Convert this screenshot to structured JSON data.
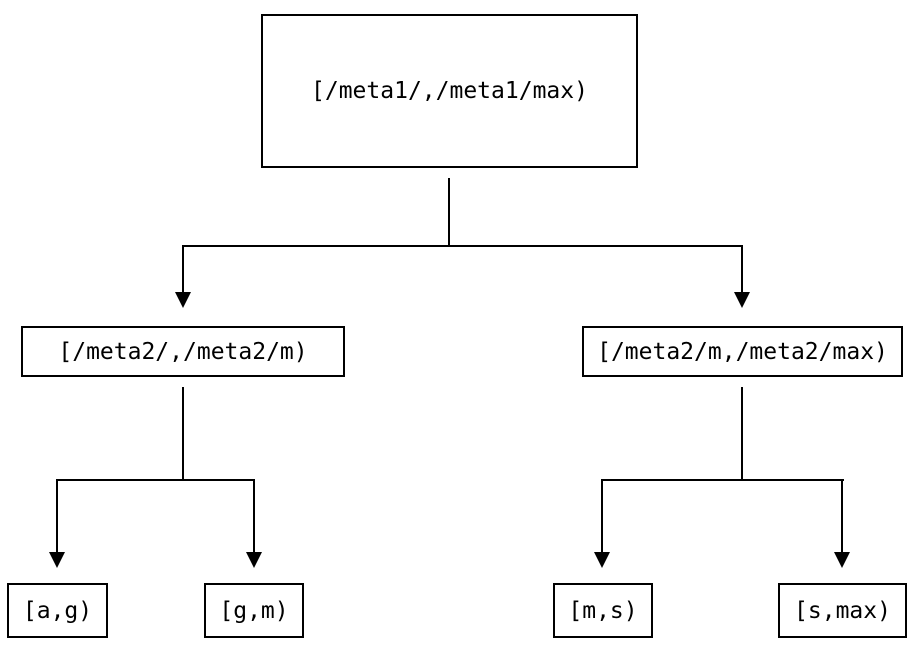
{
  "diagram": {
    "type": "interval-partition-tree",
    "colors": {
      "background": "#ffffff",
      "line": "#000000",
      "box_border": "#000000",
      "text": "#000000"
    },
    "tree": {
      "label": "[/meta1/,/meta1/max)",
      "children": [
        {
          "label": "[/meta2/,/meta2/m)",
          "children": [
            {
              "label": "[a,g)"
            },
            {
              "label": "[g,m)"
            }
          ]
        },
        {
          "label": "[/meta2/m,/meta2/max)",
          "children": [
            {
              "label": "[m,s)"
            },
            {
              "label": "[s,max)"
            }
          ]
        }
      ]
    }
  }
}
